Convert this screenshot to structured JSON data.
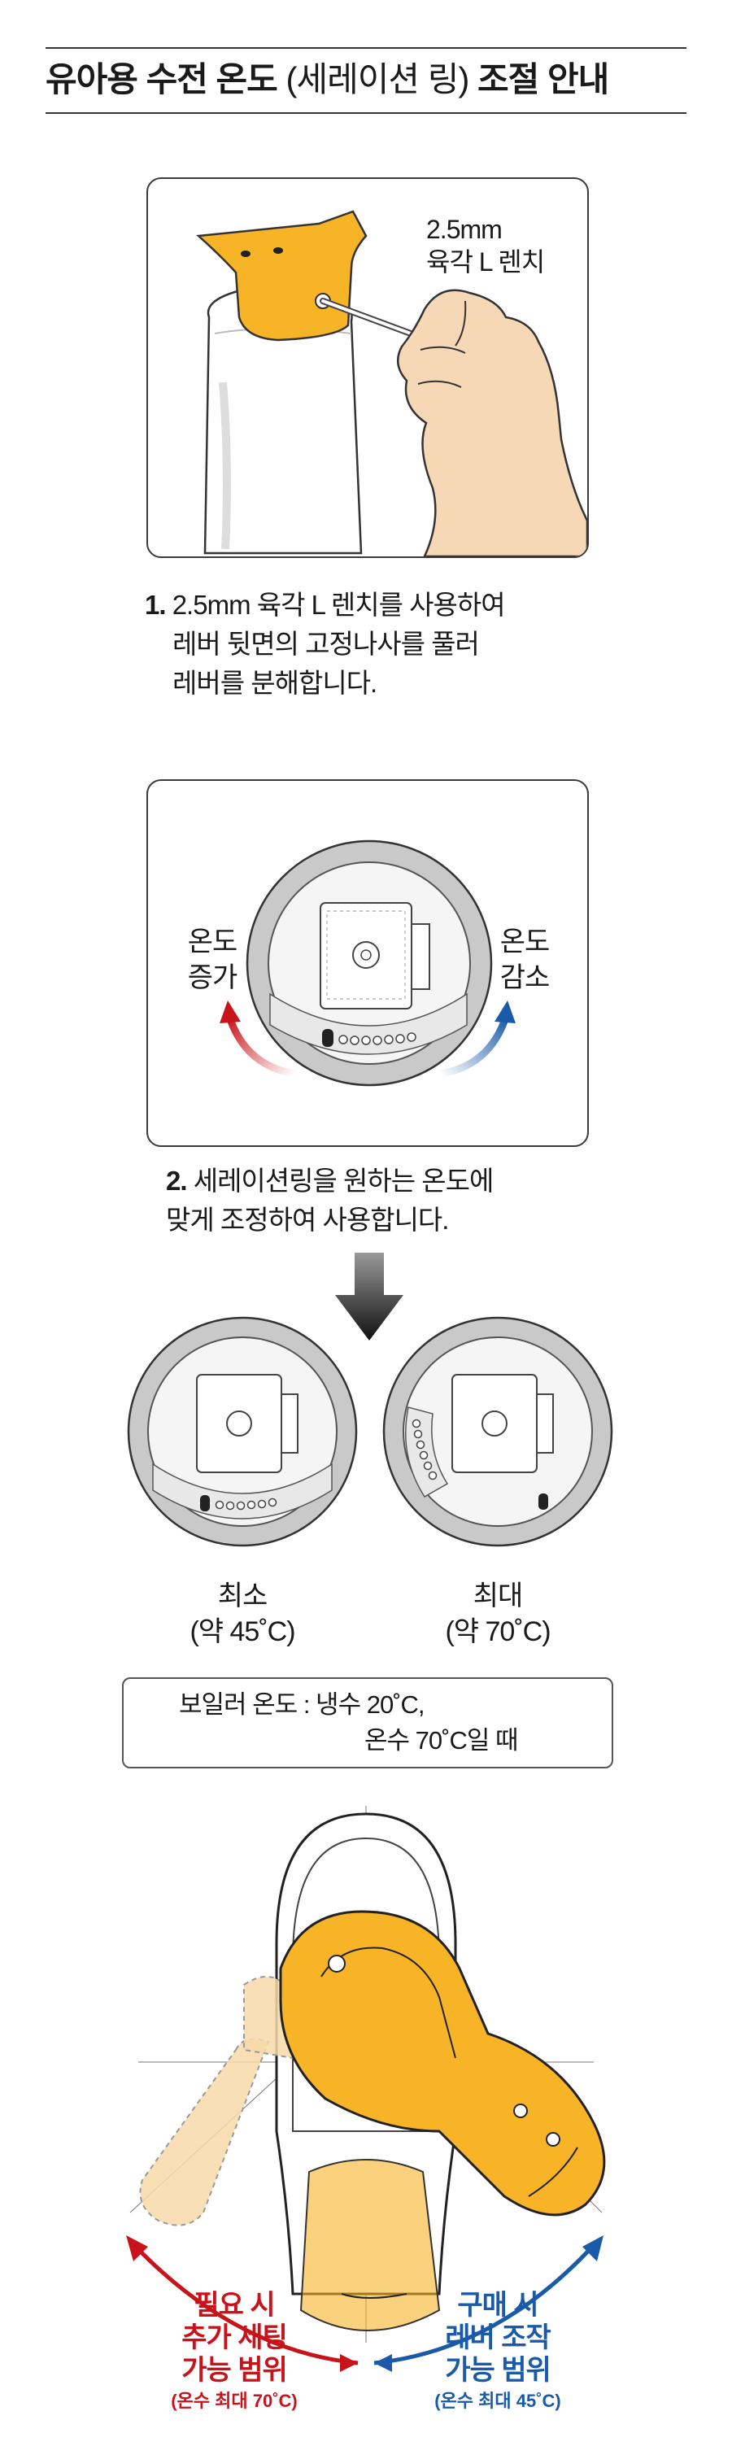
{
  "title": {
    "bold_main": "유아용 수전 온도",
    "light_part": "(세레이션 링)",
    "bold_tail": "조절 안내"
  },
  "step1": {
    "wrench_label_line1": "2.5mm",
    "wrench_label_line2": "육각 L 렌치",
    "number": "1.",
    "line1": "2.5mm 육각 L 렌치를 사용하여",
    "line2": "레버 뒷면의 고정나사를 풀러",
    "line3": "레버를 분해합니다."
  },
  "step2": {
    "increase_line1": "온도",
    "increase_line2": "증가",
    "decrease_line1": "온도",
    "decrease_line2": "감소",
    "number": "2.",
    "line1": "세레이션링을  원하는 온도에",
    "line2": "맞게 조정하여 사용합니다."
  },
  "settings": {
    "min_label": "최소",
    "min_temp": "(약 45˚C)",
    "max_label": "최대",
    "max_temp": "(약 70˚C)"
  },
  "boiler_note": {
    "line1": "보일러 온도 : 냉수 20˚C,",
    "line2": "온수 70˚C일 때"
  },
  "ranges": {
    "extra_line1": "필요 시",
    "extra_line2": "추가 세팅",
    "extra_line3": "가능 범위",
    "extra_sub": "(온수 최대 70˚C)",
    "purchase_line1": "구매 시",
    "purchase_line2": "레버 조작",
    "purchase_line3": "가능 범위",
    "purchase_sub": "(온수 최대 45˚C)"
  },
  "colors": {
    "lever_orange": "#f7b427",
    "increase_red": "#c8131b",
    "decrease_blue": "#1a5aa8",
    "ring_gray": "#c9c9c9"
  }
}
